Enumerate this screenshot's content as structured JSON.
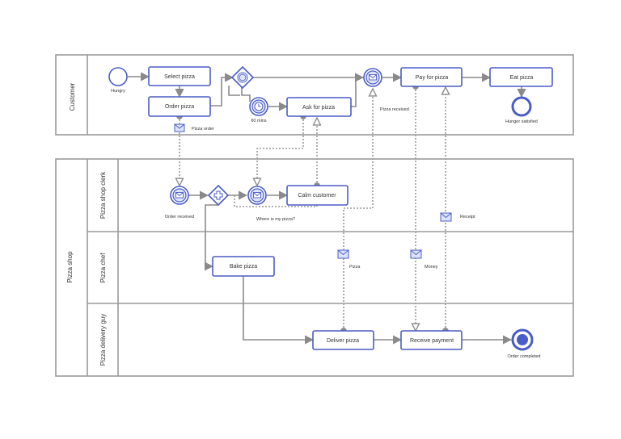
{
  "pools": {
    "customer": "Customer",
    "pizza_shop": "Pizza shop"
  },
  "lanes": {
    "clerk": "Pizza shop clerk",
    "chef": "Pizza chef",
    "delivery": "Pizza delivery guy"
  },
  "tasks": {
    "select_pizza": "Select pizza",
    "order_pizza": "Order pizza",
    "ask_for_pizza": "Ask for pizza",
    "pay_for_pizza": "Pay for pizza",
    "eat_pizza": "Eat pizza",
    "calm_customer": "Calm customer",
    "bake_pizza": "Bake pizza",
    "deliver_pizza": "Deliver pizza",
    "receive_payment": "Receive payment"
  },
  "events": {
    "hungry": "Hungry",
    "sixty_mins": "60 mins",
    "pizza_received": "Pizza received",
    "hunger_satisfied": "Hunger satisfied",
    "order_received": "Order received",
    "order_completed": "Order completed"
  },
  "messages": {
    "pizza_order": "Pizza order",
    "wheres_my_pizza": "Where is my pizza?",
    "receipt": "Receipt",
    "pizza": "Pizza",
    "money": "Money"
  },
  "colors": {
    "accent": "#4a5cc8",
    "accent_fill": "#dde3fa",
    "border": "#9a9a9a",
    "flow": "#8a8a8a"
  }
}
